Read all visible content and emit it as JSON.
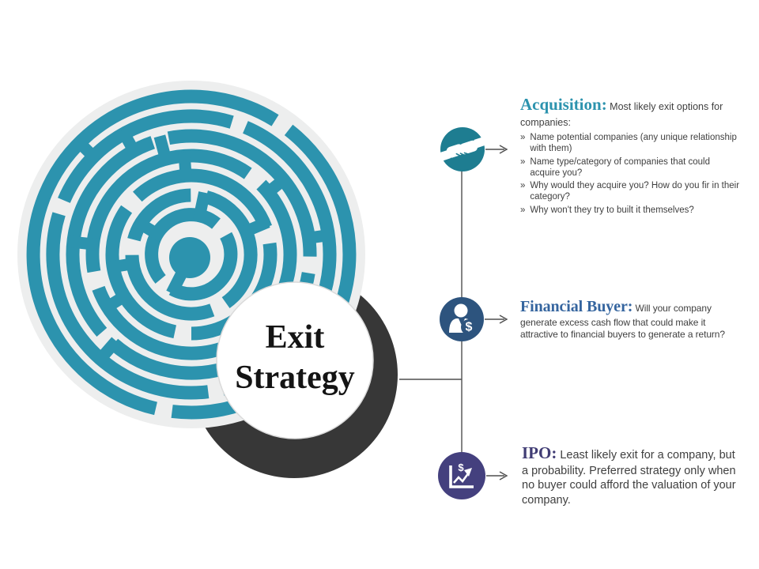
{
  "slide": {
    "center_label": "Exit Strategy",
    "bullet_marker": "»"
  },
  "colors": {
    "maze_teal": "#2C93AE",
    "maze_background": "#EDEEEE",
    "dark_ring": "#373737",
    "body_text": "#3F3F3F",
    "acquisition_accent": "#2C93AE",
    "financial_buyer_accent": "#35659F",
    "ipo_accent": "#403C74",
    "acquisition_icon_bg": "#1E7D91",
    "financial_buyer_icon_bg": "#2D547E",
    "ipo_icon_bg": "#44407E"
  },
  "icons": {
    "dollar": "$"
  },
  "sections": [
    {
      "icon": "handshake-icon",
      "title": "Acquisition:",
      "intro": "Most likely exit options for companies:",
      "bullets": [
        "Name potential companies (any unique relationship with them)",
        "Name type/category of companies that could acquire you?",
        "Why would they acquire you? How do you fir in their category?",
        "Why won't they try to built it themselves?"
      ]
    },
    {
      "icon": "businessman-dollar-icon",
      "title": "Financial Buyer:",
      "intro": "Will your company generate excess cash flow that could make it attractive to financial buyers to generate a return?"
    },
    {
      "icon": "growth-chart-icon",
      "title": "IPO:",
      "intro": "Least likely exit for a company, but a probability. Preferred strategy only when no buyer could afford the valuation of your company."
    }
  ]
}
